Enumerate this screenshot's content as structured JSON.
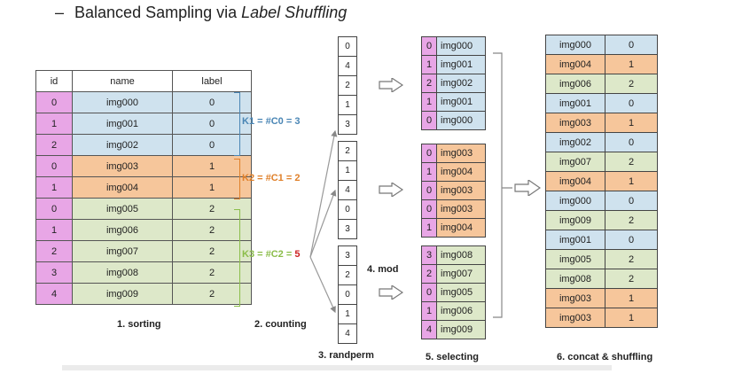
{
  "title": {
    "dash": "–",
    "prefix": "Balanced Sampling via ",
    "italic": "Label Shuffling"
  },
  "table": {
    "headers": [
      "id",
      "name",
      "label"
    ],
    "rows": [
      [
        "0",
        "img000",
        "0"
      ],
      [
        "1",
        "img001",
        "0"
      ],
      [
        "2",
        "img002",
        "0"
      ],
      [
        "0",
        "img003",
        "1"
      ],
      [
        "1",
        "img004",
        "1"
      ],
      [
        "0",
        "img005",
        "2"
      ],
      [
        "1",
        "img006",
        "2"
      ],
      [
        "2",
        "img007",
        "2"
      ],
      [
        "3",
        "img008",
        "2"
      ],
      [
        "4",
        "img009",
        "2"
      ]
    ],
    "row_classes": [
      "blue",
      "blue",
      "blue",
      "orange",
      "orange",
      "green",
      "green",
      "green",
      "green",
      "green"
    ]
  },
  "counts": {
    "k1": "K1 = #C0 = 3",
    "k2": "K2 = #C1 = 2",
    "k3_prefix": "K3 = #C2 = ",
    "k3_value": "5",
    "colors": {
      "k1": "#4a86b5",
      "k2": "#e0802a",
      "k3": "#8bbd4a",
      "value": "#cc2222"
    }
  },
  "randperm": {
    "group1": [
      "0",
      "4",
      "2",
      "1",
      "3"
    ],
    "group2": [
      "2",
      "1",
      "4",
      "0",
      "3"
    ],
    "group3": [
      "3",
      "2",
      "0",
      "1",
      "4"
    ]
  },
  "mod_label": "4. mod",
  "selecting": {
    "group1": [
      [
        "0",
        "img000"
      ],
      [
        "1",
        "img001"
      ],
      [
        "2",
        "img002"
      ],
      [
        "1",
        "img001"
      ],
      [
        "0",
        "img000"
      ]
    ],
    "group2": [
      [
        "0",
        "img003"
      ],
      [
        "1",
        "img004"
      ],
      [
        "0",
        "img003"
      ],
      [
        "0",
        "img003"
      ],
      [
        "1",
        "img004"
      ]
    ],
    "group3": [
      [
        "3",
        "img008"
      ],
      [
        "2",
        "img007"
      ],
      [
        "0",
        "img005"
      ],
      [
        "1",
        "img006"
      ],
      [
        "4",
        "img009"
      ]
    ]
  },
  "final": [
    [
      "img000",
      "0",
      "blue"
    ],
    [
      "img004",
      "1",
      "orange"
    ],
    [
      "img006",
      "2",
      "green"
    ],
    [
      "img001",
      "0",
      "blue"
    ],
    [
      "img003",
      "1",
      "orange"
    ],
    [
      "img002",
      "0",
      "blue"
    ],
    [
      "img007",
      "2",
      "green"
    ],
    [
      "img004",
      "1",
      "orange"
    ],
    [
      "img000",
      "0",
      "blue"
    ],
    [
      "img009",
      "2",
      "green"
    ],
    [
      "img001",
      "0",
      "blue"
    ],
    [
      "img005",
      "2",
      "green"
    ],
    [
      "img008",
      "2",
      "green"
    ],
    [
      "img003",
      "1",
      "orange"
    ],
    [
      "img003",
      "1",
      "orange"
    ]
  ],
  "captions": {
    "sorting": "1. sorting",
    "counting": "2. counting",
    "randperm": "3. randperm",
    "selecting": "5. selecting",
    "concat": "6. concat & shuffling"
  }
}
